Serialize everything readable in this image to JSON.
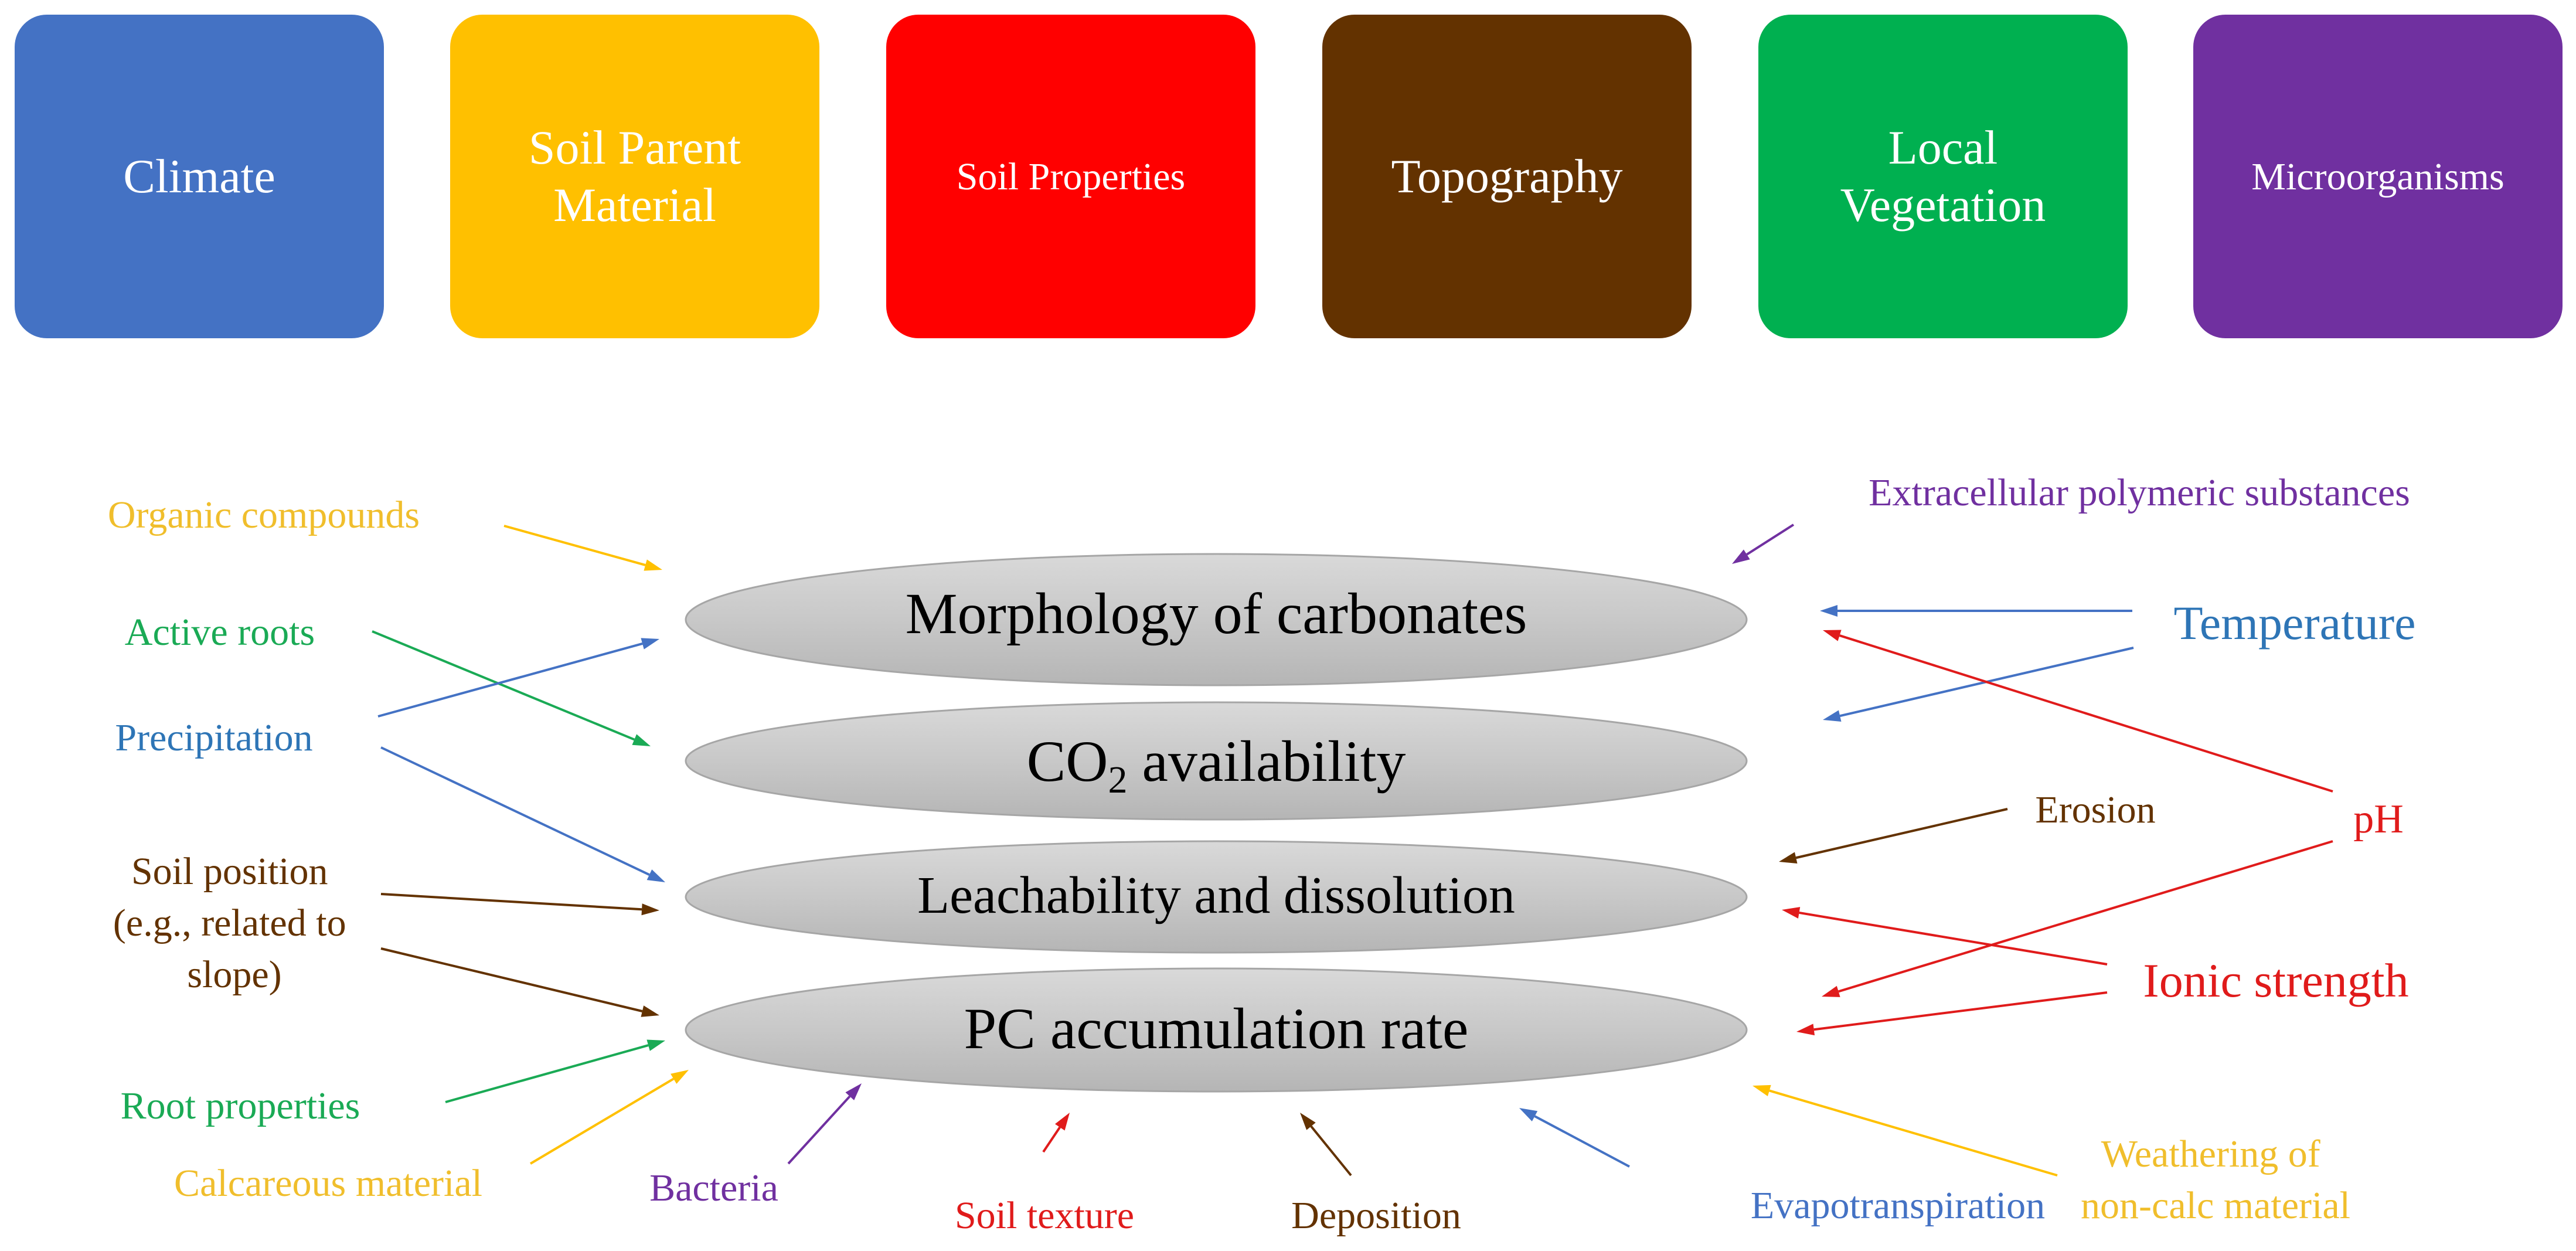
{
  "factors": [
    {
      "lines": [
        "Climate"
      ],
      "color": "#4472C4"
    },
    {
      "lines": [
        "Soil Parent",
        "Material"
      ],
      "color": "#FFC000"
    },
    {
      "lines": [
        "Soil Properties"
      ],
      "color": "#FF0000"
    },
    {
      "lines": [
        "Topography"
      ],
      "color": "#633200"
    },
    {
      "lines": [
        "Local",
        "Vegetation"
      ],
      "color": "#00B050"
    },
    {
      "lines": [
        "Microorganisms"
      ],
      "color": "#7030A0"
    }
  ],
  "processes": {
    "morphology": "Morphology of carbonates",
    "co2": {
      "prefix": "CO",
      "subscript": "2",
      "suffix": " availability"
    },
    "leachability": "Leachability and dissolution",
    "pc_rate": "PC accumulation rate"
  },
  "influences": {
    "organic_compounds": "Organic compounds",
    "active_roots": "Active roots",
    "precipitation": "Precipitation",
    "soil_position": [
      "Soil position",
      "(e.g., related to",
      "slope)"
    ],
    "root_properties": "Root properties",
    "calcareous_material": "Calcareous material",
    "bacteria": "Bacteria",
    "soil_texture": "Soil texture",
    "deposition": "Deposition",
    "evapotranspiration": "Evapotranspiration",
    "weathering": [
      "Weathering of",
      "non-calc material"
    ],
    "eps": "Extracellular polymeric substances",
    "temperature": "Temperature",
    "erosion": "Erosion",
    "ph": "pH",
    "ionic_strength": "Ionic strength"
  },
  "colors": {
    "climate": "#4472C4",
    "precipitation": "#2E75B6",
    "parent": "#FFC000",
    "label_yellow": "#F0BE2C",
    "soil": "#E01B1B",
    "topography": "#633200",
    "vegetation": "#1AAA55",
    "microbe": "#7030A0",
    "ellipse_fill": "#C8C8C8",
    "ellipse_stroke": "#A6A6A6"
  }
}
